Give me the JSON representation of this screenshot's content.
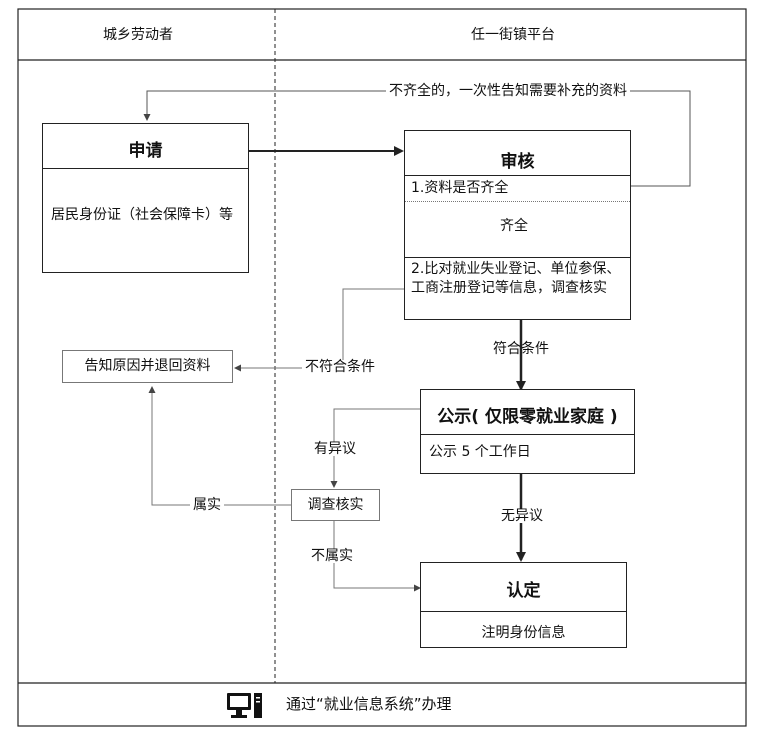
{
  "header": {
    "left_lane": "城乡劳动者",
    "right_lane": "任一街镇平台"
  },
  "nodes": {
    "apply": {
      "title": "申请",
      "body": "居民身份证（社会保障卡）等"
    },
    "review": {
      "title": "审核",
      "step1": "1.资料是否齐全",
      "step2": "2.比对就业失业登记、单位参保、工商注册登记等信息，调查核实"
    },
    "publicity": {
      "title": "公示( 仅限零就业家庭 )",
      "body": "公示 5 个工作日"
    },
    "confirm": {
      "title": "认定",
      "body": "注明身份信息"
    },
    "return_box": "告知原因并退回资料",
    "investigate_box": "调查核实"
  },
  "edge_labels": {
    "incomplete": "不齐全的，一次性告知需要补充的资料",
    "complete": "齐全",
    "qualified": "符合条件",
    "not_qualified": "不符合条件",
    "objection": "有异议",
    "no_objection": "无异议",
    "true": "属实",
    "not_true": "不属实"
  },
  "footer": {
    "text": "通过“就业信息系统”办理",
    "icon": "computer-icon"
  }
}
